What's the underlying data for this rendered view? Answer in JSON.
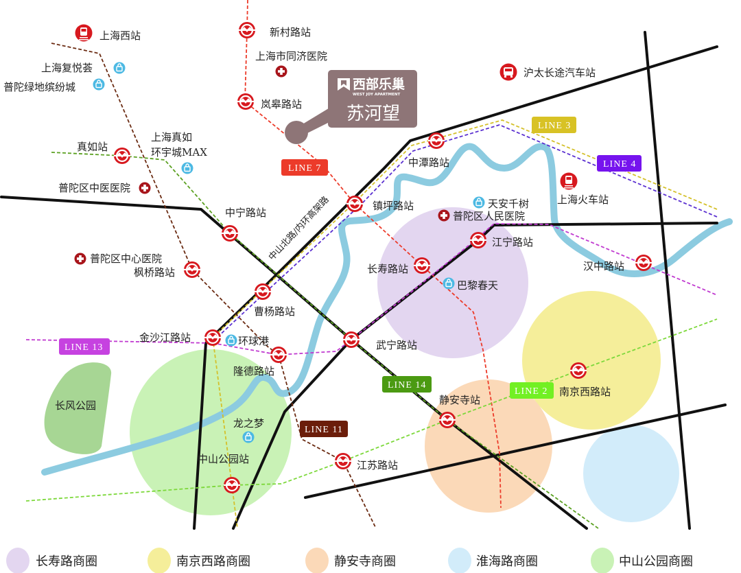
{
  "brand": {
    "name": "西部乐巢",
    "name_en": "WEST JOY APARTMENT",
    "project": "苏河望",
    "color": "#8e7577"
  },
  "lines": {
    "line7": {
      "label": "LINE 7",
      "color": "#ec3b2a"
    },
    "line3": {
      "label": "LINE 3",
      "color": "#d8c225"
    },
    "line4": {
      "label": "LINE 4",
      "color": "#7614ee"
    },
    "line13": {
      "label": "LINE 13",
      "color": "#c642e0"
    },
    "line14": {
      "label": "LINE 14",
      "color": "#4b9a12"
    },
    "line2": {
      "label": "LINE 2",
      "color": "#72f023"
    },
    "line11": {
      "label": "LINE 11",
      "color": "#6b1d0a"
    }
  },
  "road_label": "中山北路/内环高架路",
  "stations": {
    "xincun": "新村路站",
    "langao": "岚皋路站",
    "zhongtan": "中潭路站",
    "zhenping": "镇坪路站",
    "jiangning": "江宁路站",
    "changshou": "长寿路站",
    "hanzhong": "汉中路站",
    "zhongning": "中宁路站",
    "fengqiao": "枫桥路站",
    "caoyang": "曹杨路站",
    "zhenru": "真如站",
    "jinshajiang": "金沙江路站",
    "longde": "隆德路站",
    "wuning": "武宁路站",
    "jingansi": "静安寺站",
    "nanjingxi": "南京西路站",
    "jiangsu": "江苏路站",
    "zhongshanpark": "中山公园站"
  },
  "transport": {
    "shanghai_west": "上海西站",
    "hutai_bus": "沪太长途汽车站",
    "shanghai_rail": "上海火车站"
  },
  "hospitals": {
    "tongji": "上海市同济医院",
    "tcm": "普陀区中医医院",
    "central": "普陀区中心医院",
    "people": "普陀区人民医院"
  },
  "malls": {
    "fuyuehui": "上海复悦荟",
    "lvdi": "普陀绿地缤纷城",
    "huanyu_1": "上海真如",
    "huanyu_2": "环宇城MAX",
    "tiananqianshu": "天安千树",
    "bailichuntian": "巴黎春天",
    "huanqiugang": "环球港",
    "longzhimeng": "龙之梦"
  },
  "park": "长风公园",
  "legend": [
    {
      "label": "长寿路商圈",
      "color": "#e3d6f0"
    },
    {
      "label": "南京西路商圈",
      "color": "#f5ee9a"
    },
    {
      "label": "静安寺商圈",
      "color": "#fbd9b8"
    },
    {
      "label": "淮海路商圈",
      "color": "#d2ecfa"
    },
    {
      "label": "中山公园商圈",
      "color": "#c9f2b6"
    }
  ]
}
